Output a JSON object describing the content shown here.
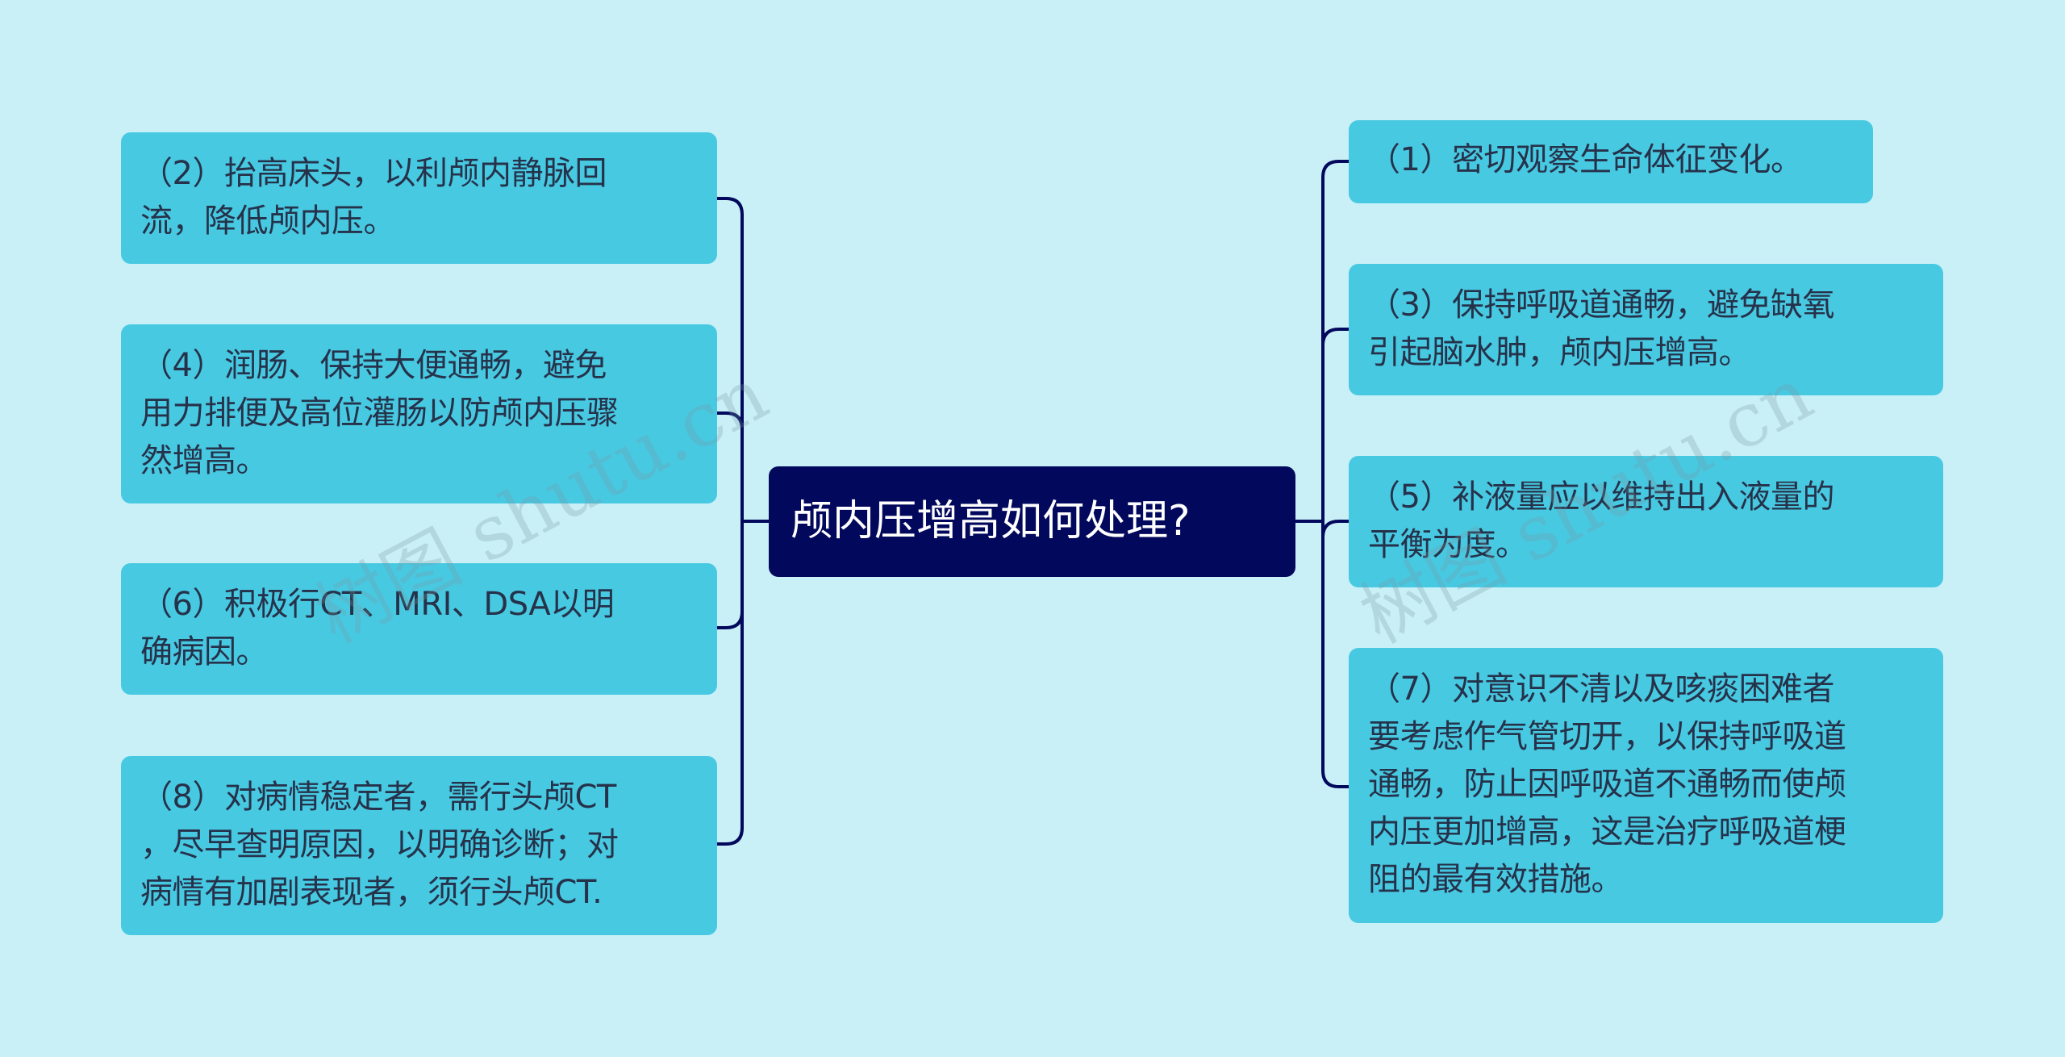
{
  "root": {
    "title": "颅内压增高如何处理?"
  },
  "left_nodes": [
    {
      "text": "（2）抬高床头，以利颅内静脉回\n流，降低颅内压。"
    },
    {
      "text": "（4）润肠、保持大便通畅，避免\n用力排便及高位灌肠以防颅内压骤\n然增高。"
    },
    {
      "text": "（6）积极行CT、MRI、DSA以明\n确病因。"
    },
    {
      "text": "（8）对病情稳定者，需行头颅CT\n，尽早查明原因，以明确诊断；对\n病情有加剧表现者，须行头颅CT."
    }
  ],
  "right_nodes": [
    {
      "text": "（1）密切观察生命体征变化。"
    },
    {
      "text": "（3）保持呼吸道通畅，避免缺氧\n引起脑水肿，颅内压增高。"
    },
    {
      "text": "（5）补液量应以维持出入液量的\n平衡为度。"
    },
    {
      "text": "（7）对意识不清以及咳痰困难者\n要考虑作气管切开，以保持呼吸道\n通畅，防止因呼吸道不通畅而使颅\n内压更加增高，这是治疗呼吸道梗\n阻的最有效措施。"
    }
  ],
  "watermarks": [
    "树图 shutu.cn",
    "树图 shutu.cn"
  ],
  "colors": {
    "background": "#c9f0f7",
    "root_fill": "#02085c",
    "node_fill": "#48c9e2",
    "connector": "#02085c"
  }
}
